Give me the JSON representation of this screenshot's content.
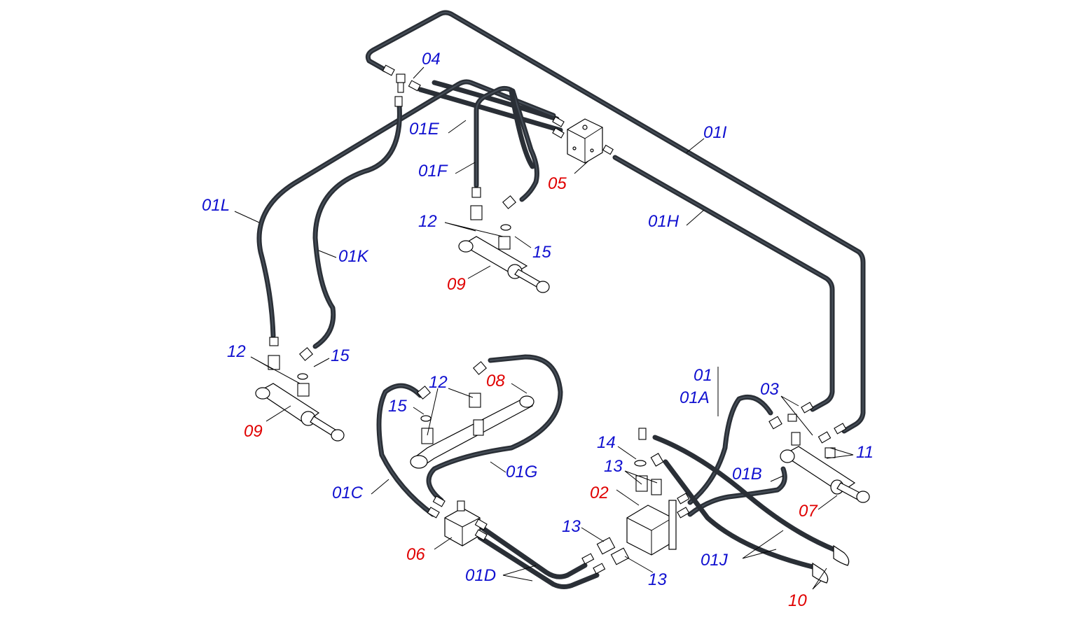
{
  "colors": {
    "label_blue": "#1010d0",
    "label_red": "#e00000",
    "hose": "#2a2f36",
    "line": "#000000",
    "background": "#ffffff"
  },
  "labels": {
    "p01": "01",
    "p01A": "01A",
    "p01B": "01B",
    "p01C": "01C",
    "p01D": "01D",
    "p01E": "01E",
    "p01F": "01F",
    "p01G": "01G",
    "p01H": "01H",
    "p01I": "01I",
    "p01J": "01J",
    "p01K": "01K",
    "p01L": "01L",
    "p02": "02",
    "p03": "03",
    "p04": "04",
    "p05": "05",
    "p06": "06",
    "p07": "07",
    "p08": "08",
    "p09": "09",
    "p10": "10",
    "p11": "11",
    "p12": "12",
    "p13": "13",
    "p14": "14",
    "p15": "15"
  }
}
